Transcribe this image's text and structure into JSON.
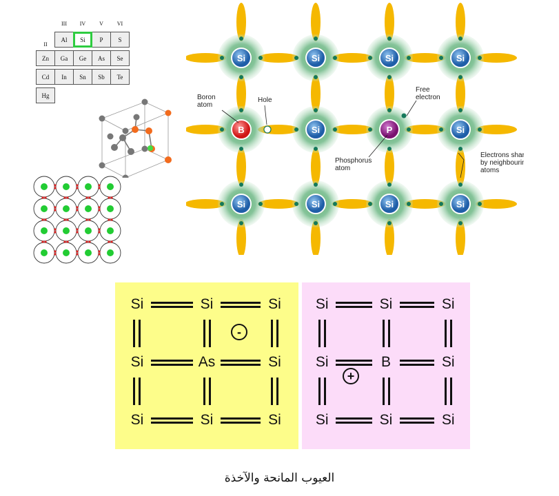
{
  "periodic_table": {
    "groups": [
      "III",
      "IV",
      "V",
      "VI"
    ],
    "group_two": "II",
    "rows": [
      [
        "",
        "Al",
        "Si",
        "P",
        "S"
      ],
      [
        "Zn",
        "Ga",
        "Ge",
        "As",
        "Se"
      ],
      [
        "Cd",
        "In",
        "Sn",
        "Sb",
        "Te"
      ],
      [
        "Hg",
        "",
        "",
        "",
        ""
      ]
    ],
    "selected": "Si"
  },
  "lattice": {
    "atom_label": "Si",
    "boron": "B",
    "phosphorus": "P",
    "labels": {
      "boron_atom": "Boron\natom",
      "hole": "Hole",
      "free_electron": "Free\nelectron",
      "phosphorus_atom": "Phosphorus\natom",
      "shared": "Electrons shared\nby neighbouring\natoms"
    },
    "colors": {
      "cloud": "#7fc08d",
      "atom": "#1f6fb4",
      "bond": "#f5b800",
      "electron": "#14795a",
      "boron": "#e02020",
      "phosphorus": "#8b1a7a"
    }
  },
  "n_type": {
    "background": "#fdfd8a",
    "grid": [
      [
        "Si",
        "Si",
        "Si"
      ],
      [
        "Si",
        "As",
        "Si"
      ],
      [
        "Si",
        "Si",
        "Si"
      ]
    ],
    "charge": "-"
  },
  "p_type": {
    "background": "#fcdcf9",
    "grid": [
      [
        "Si",
        "Si",
        "Si"
      ],
      [
        "Si",
        "B",
        "Si"
      ],
      [
        "Si",
        "Si",
        "Si"
      ]
    ],
    "charge": "+"
  },
  "caption": "العيوب المانحة والآخذة"
}
